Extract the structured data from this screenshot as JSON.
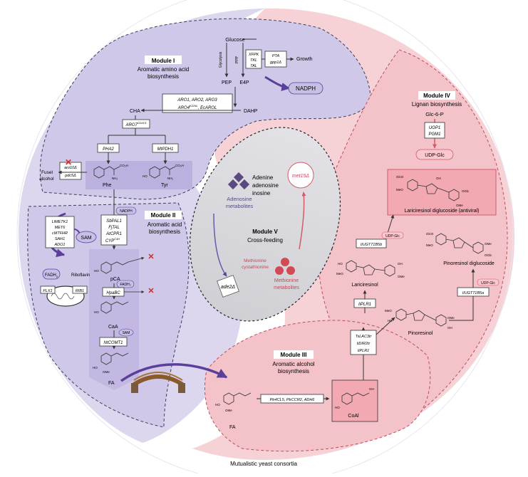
{
  "caption": "Mutualistic yeast consortia",
  "colors": {
    "purple_region": "#cdc6e6",
    "purple_border": "#6a5aa6",
    "purple_dark": "#5b3f9c",
    "pink_region": "#f6c9cd",
    "pink_inner": "#f7d6d9",
    "pink_border": "#d45a68",
    "red_x": "#d42b2b",
    "grey_center": "#d3d3d6"
  },
  "module1": {
    "title": "Module I",
    "subtitle": "Aromatic amino acid biosynthesis",
    "subtitle_line1": "Aromatic amino acid",
    "subtitle_line2": "biosynthesis",
    "glucose": "Glucose",
    "glycolysis": "Glycolysis",
    "ppp": "PPP",
    "pep": "PEP",
    "e4p": "E4P",
    "pentose_enzymes": [
      "XFPK",
      "TKL",
      "TAL"
    ],
    "growth_enzymes": [
      "PTA",
      "gpp1Δ"
    ],
    "growth": "Growth",
    "nadph": "NADPH",
    "aro_line1": "ARO1, ARO2, ARO3",
    "aro_line2": "ARO4",
    "aro_sup": "K229L",
    "aro_line2_rest": ", EcAROL",
    "dahp": "DAHP",
    "cha": "CHA",
    "aro7": "ARO7",
    "aro7_sup": "G141S",
    "pha2": "PHA2",
    "mtpdh1": "MtPDH1",
    "knockouts": [
      "aro10Δ",
      "pdc5Δ"
    ],
    "fusel_line1": "Fusel",
    "fusel_line2": "alcohol",
    "phe": "Phe",
    "tyr": "Tyr"
  },
  "module2": {
    "title": "Module II",
    "subtitle_line1": "Aromatic acid",
    "subtitle_line2": "biosynthesis",
    "nadph": "NADPH",
    "enzymes_top": [
      "SbPAL1",
      "FjTAL",
      "AtCPR1",
      "CYP"
    ],
    "cyp_sup": "C4H",
    "sam_enzymes": [
      "LlMETK1",
      "MET6",
      "cMTFHR",
      "SAH1",
      "ADO1"
    ],
    "sam": "SAM",
    "fadh": "FADH",
    "fadh_sub": "2",
    "riboflavin": "Riboflavin",
    "flx1": "FLX1",
    "rib1": "RIB1",
    "pca": "pCA",
    "fadh2": "FADH₂",
    "hpabc": "HpaBC",
    "caa": "CaA",
    "sam2": "SAM",
    "ntcomt1": "NtCOMT1",
    "fa": "FA"
  },
  "module3": {
    "title": "Module III",
    "subtitle_line1": "Aromatic alcohol",
    "subtitle_line2": "biosynthesis",
    "fa": "FA",
    "enzymes": "Ptr4CL5, PtrCCR2, ADH6",
    "coal": "CoAl",
    "lac_enzymes": [
      "TsLAC3tr",
      "IiDIR2tr",
      "IiPLR1"
    ]
  },
  "module4": {
    "title": "Module IV",
    "subtitle": "Lignan biosynthesis",
    "glc6p": "Glc-6-P",
    "enzymes": [
      "UGP1",
      "PGM1"
    ],
    "udpglc": "UDP-Glc",
    "lariciresinol_diglucoside": "Lariciresinol diglucoside (antiviral)",
    "udpglc_small": "UDP-Glc",
    "iiugt71b5b": "IiUGT71B5b",
    "lariciresinol": "Lariciresinol",
    "iiplr1": "IiPLR1",
    "pinoresinol": "Pinoresinol",
    "pinoresinol_diglucoside": "Pinoresinol diglucoside",
    "udpglc_small2": "UDP-Glc",
    "iiugt71b5a": "IiUGT71B5a",
    "glco": "GlcO",
    "ome": "OMe",
    "oglc": "OGlc",
    "oh": "OH",
    "meo": "MeO",
    "ho": "HO"
  },
  "module5": {
    "title": "Module V",
    "subtitle": "Cross-feeding",
    "adenine_lines": [
      "Adenine",
      "adenosine",
      "inosine"
    ],
    "adenosine_label_lines": [
      "Adenosine",
      "metabolites"
    ],
    "met15": "met15Δ",
    "ade2": "ade2Δ",
    "methionine_lines": [
      "Methionine",
      "cystathionine"
    ],
    "methionine_label_lines": [
      "Methionine",
      "metabolites"
    ]
  },
  "chem": {
    "co2h": "CO₂H",
    "nh2": "NH₂",
    "ho": "HO",
    "ome": "OMe"
  }
}
